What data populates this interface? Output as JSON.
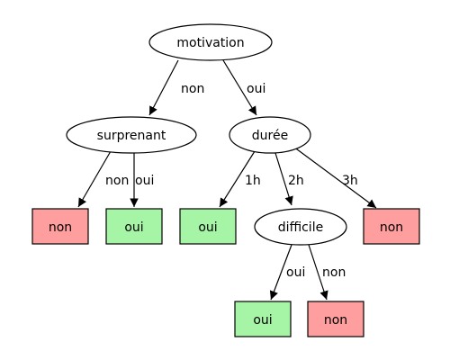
{
  "tree": {
    "root": "motivation",
    "nodes": {
      "motivation": "motivation",
      "surprenant": "surprenant",
      "duree": "durée",
      "difficile": "difficile"
    },
    "leaves": {
      "leaf1": "non",
      "leaf2": "oui",
      "leaf3": "oui",
      "leaf4": "non",
      "leaf5": "oui",
      "leaf6": "non"
    },
    "edges": {
      "motivation_surprenant": "non",
      "motivation_duree": "oui",
      "surprenant_leaf1": "non",
      "surprenant_leaf2": "oui",
      "duree_leaf3": "1h",
      "duree_difficile": "2h",
      "duree_leaf4": "3h",
      "difficile_leaf5": "oui",
      "difficile_leaf6": "non"
    }
  },
  "colors": {
    "oui_fill": "#a6f5a6",
    "non_fill": "#ff9e9e",
    "stroke": "#000000"
  }
}
